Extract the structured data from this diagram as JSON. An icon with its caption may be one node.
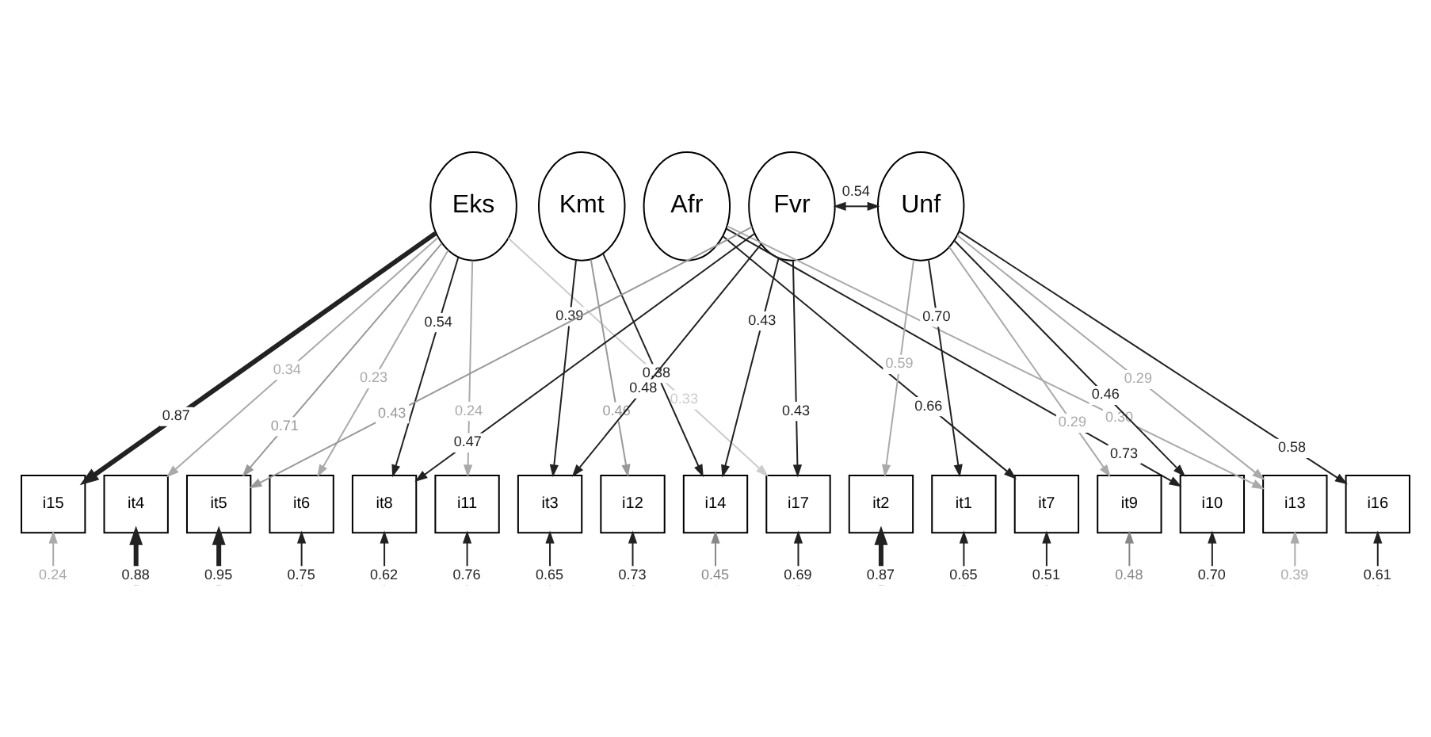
{
  "diagram": {
    "nodes": [
      {
        "text": [
          "Eks"
        ]
      },
      {
        "text": [
          "Kmt"
        ]
      },
      {
        "text": [
          "Afr"
        ]
      },
      {
        "text": [
          "Fvr"
        ]
      },
      {
        "text": [
          "Unf"
        ]
      },
      {
        "text": [
          "i15"
        ]
      },
      {
        "text": [
          "it4"
        ]
      },
      {
        "text": [
          "it5"
        ]
      },
      {
        "text": [
          "it6"
        ]
      },
      {
        "text": [
          "it8"
        ]
      },
      {
        "text": [
          "i11"
        ]
      },
      {
        "text": [
          "it3"
        ]
      },
      {
        "text": [
          "i12"
        ]
      },
      {
        "text": [
          "i14"
        ]
      },
      {
        "text": [
          "i17"
        ]
      },
      {
        "text": [
          "it2"
        ]
      },
      {
        "text": [
          "it1"
        ]
      },
      {
        "text": [
          "it7"
        ]
      },
      {
        "text": [
          "it9"
        ]
      },
      {
        "text": [
          "i10"
        ]
      },
      {
        "text": [
          "i13"
        ]
      },
      {
        "text": [
          "i16"
        ]
      }
    ],
    "edges": [
      {
        "from": 3,
        "to": 4,
        "arrow": "both",
        "label": "0.54"
      },
      {
        "from": 0,
        "to": 5,
        "arrow": "to",
        "label": "0.87",
        "style": "thick"
      },
      {
        "from": 0,
        "to": 6,
        "arrow": "to",
        "label": "0.34",
        "color": "#aaaaaa"
      },
      {
        "from": 0,
        "to": 7,
        "arrow": "to",
        "label": "0.71",
        "color": "#999999"
      },
      {
        "from": 0,
        "to": 8,
        "arrow": "to",
        "label": "0.23",
        "color": "#aaaaaa"
      },
      {
        "from": 0,
        "to": 9,
        "arrow": "to",
        "label": "0.54"
      },
      {
        "from": 0,
        "to": 10,
        "arrow": "to",
        "label": "0.24",
        "color": "#aaaaaa"
      },
      {
        "from": 0,
        "to": 14,
        "arrow": "to",
        "label": "0.33",
        "color": "#cccccc"
      },
      {
        "from": 1,
        "to": 11,
        "arrow": "to",
        "label": "0.39"
      },
      {
        "from": 1,
        "to": 12,
        "arrow": "to",
        "label": "0.46",
        "color": "#999999"
      },
      {
        "from": 1,
        "to": 13,
        "arrow": "to",
        "label": "0.38"
      },
      {
        "from": 3,
        "to": 7,
        "arrow": "to",
        "label": "0.43",
        "color": "#999999"
      },
      {
        "from": 3,
        "to": 9,
        "arrow": "to",
        "label": "0.47"
      },
      {
        "from": 3,
        "to": 11,
        "arrow": "to",
        "label": "0.48"
      },
      {
        "from": 3,
        "to": 13,
        "arrow": "to",
        "label": "0.43"
      },
      {
        "from": 3,
        "to": 14,
        "arrow": "to",
        "label": "0.43"
      },
      {
        "from": 2,
        "to": 17,
        "arrow": "to",
        "label": "0.66"
      },
      {
        "from": 2,
        "to": 20,
        "arrow": "to",
        "label": "0.30",
        "color": "#aaaaaa"
      },
      {
        "from": 2,
        "to": 19,
        "arrow": "to",
        "label": "0.73"
      },
      {
        "from": 4,
        "to": 15,
        "arrow": "to",
        "label": "0.59",
        "color": "#aaaaaa"
      },
      {
        "from": 4,
        "to": 16,
        "arrow": "to",
        "label": "0.70"
      },
      {
        "from": 4,
        "to": 18,
        "arrow": "to",
        "label": "0.29",
        "color": "#aaaaaa"
      },
      {
        "from": 4,
        "to": 19,
        "arrow": "to",
        "label": "0.46"
      },
      {
        "from": 4,
        "to": 20,
        "arrow": "to",
        "label": "0.29",
        "color": "#aaaaaa"
      },
      {
        "from": 4,
        "to": 21,
        "arrow": "to",
        "label": "0.58"
      },
      {
        "from": null,
        "to": 5,
        "arrow": "to",
        "label": "0.24",
        "color": "#aaaaaa"
      },
      {
        "from": null,
        "to": 6,
        "arrow": "to",
        "label": "0.88",
        "style": "thick"
      },
      {
        "from": null,
        "to": 7,
        "arrow": "to",
        "label": "0.95",
        "style": "thick"
      },
      {
        "from": null,
        "to": 8,
        "arrow": "to",
        "label": "0.75"
      },
      {
        "from": null,
        "to": 9,
        "arrow": "to",
        "label": "0.62"
      },
      {
        "from": null,
        "to": 10,
        "arrow": "to",
        "label": "0.76"
      },
      {
        "from": null,
        "to": 11,
        "arrow": "to",
        "label": "0.65"
      },
      {
        "from": null,
        "to": 12,
        "arrow": "to",
        "label": "0.73"
      },
      {
        "from": null,
        "to": 13,
        "arrow": "to",
        "label": "0.45",
        "color": "#888888"
      },
      {
        "from": null,
        "to": 14,
        "arrow": "to",
        "label": "0.69"
      },
      {
        "from": null,
        "to": 15,
        "arrow": "to",
        "label": "0.87",
        "style": "thick"
      },
      {
        "from": null,
        "to": 16,
        "arrow": "to",
        "label": "0.65"
      },
      {
        "from": null,
        "to": 17,
        "arrow": "to",
        "label": "0.51"
      },
      {
        "from": null,
        "to": 18,
        "arrow": "to",
        "label": "0.48",
        "color": "#888888"
      },
      {
        "from": null,
        "to": 19,
        "arrow": "to",
        "label": "0.70"
      },
      {
        "from": null,
        "to": 20,
        "arrow": "to",
        "label": "0.39",
        "color": "#aaaaaa"
      },
      {
        "from": null,
        "to": 21,
        "arrow": "to",
        "label": "0.61"
      }
    ]
  }
}
